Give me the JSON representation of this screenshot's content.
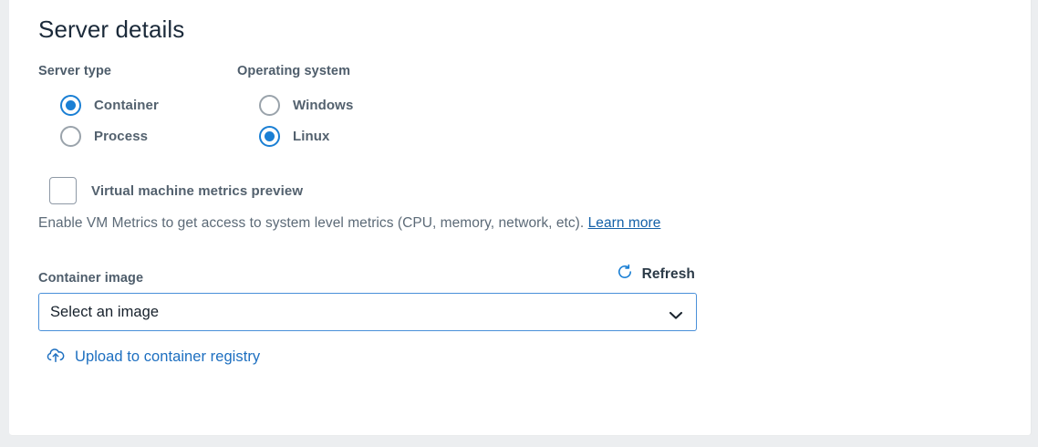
{
  "panel": {
    "title": "Server details"
  },
  "server_type": {
    "label": "Server type",
    "options": [
      {
        "label": "Container",
        "selected": true
      },
      {
        "label": "Process",
        "selected": false
      }
    ]
  },
  "operating_system": {
    "label": "Operating system",
    "options": [
      {
        "label": "Windows",
        "selected": false
      },
      {
        "label": "Linux",
        "selected": true
      }
    ]
  },
  "vm_metrics": {
    "checkbox_label": "Virtual machine metrics preview",
    "checked": false,
    "description": "Enable VM Metrics to get access to system level metrics (CPU, memory, network, etc).",
    "link_label": "Learn more"
  },
  "container_image": {
    "label": "Container image",
    "refresh_label": "Refresh",
    "refresh_icon": "refresh-circular-arrow-icon",
    "select_value": "Select an image",
    "chevron_icon": "chevron-down-icon",
    "upload_label": "Upload to container registry",
    "upload_icon": "cloud-upload-icon"
  },
  "colors": {
    "accent_blue": "#1a7fd4",
    "link_blue": "#1d6fc0",
    "select_border": "#4a90d9",
    "label_gray": "#4e5d6b",
    "text_gray": "#5c6a77",
    "panel_bg": "#ffffff",
    "page_bg": "#eceef0"
  }
}
